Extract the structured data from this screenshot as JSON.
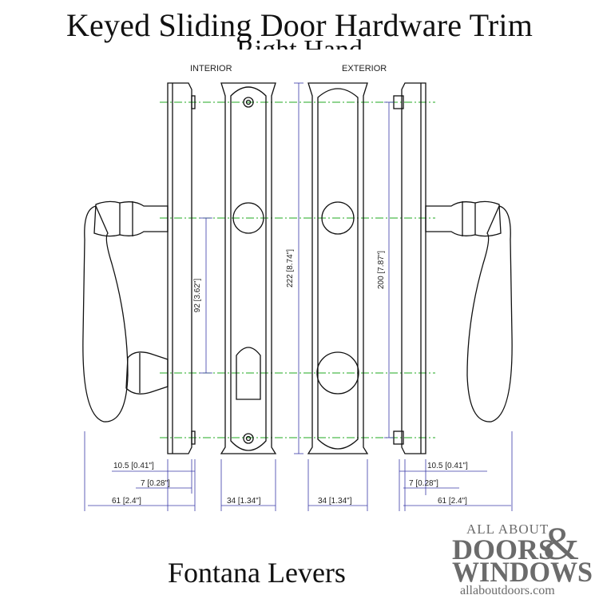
{
  "title": "Keyed Sliding Door Hardware Trim",
  "subtitle_partial": "Right Hand",
  "footer": "Fontana Levers",
  "labels": {
    "interior": "INTERIOR",
    "exterior": "EXTERIOR"
  },
  "dimensions": {
    "interior_ear_depth": "10.5 [0.41\"]",
    "interior_plate_depth": "7 [0.28\"]",
    "interior_total_depth": "61 [2.4\"]",
    "interior_width": "34 [1.34\"]",
    "interior_hub_to_cylinder": "92 [3.62\"]",
    "overall_height": "222 [8.74\"]",
    "exterior_width": "34 [1.34\"]",
    "mounting_hole_spacing": "200 [7.87\"]",
    "exterior_ear_depth": "10.5 [0.41\"]",
    "exterior_plate_depth": "7 [0.28\"]",
    "exterior_total_depth": "61 [2.4\"]"
  },
  "logo": {
    "line1": "ALL ABOUT",
    "line2": "DOORS",
    "ampersand": "&",
    "line3": "WINDOWS",
    "url": "allaboutdoors.com"
  },
  "colors": {
    "dimension_line": "#3a3aa8",
    "centerline": "#22aa22",
    "outline": "#111111",
    "logo": "#6b6b6b"
  }
}
